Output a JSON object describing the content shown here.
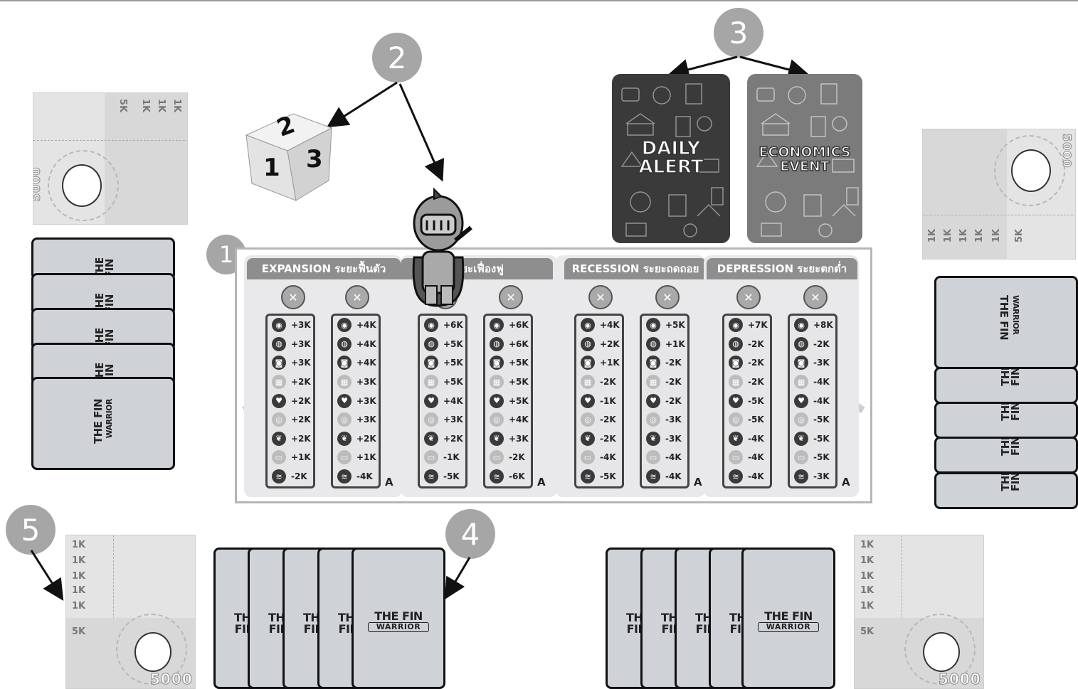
{
  "markers": [
    "1",
    "2",
    "3",
    "4",
    "5"
  ],
  "board": {
    "phases": [
      {
        "title": "EXPANSION ระยะฟื้นตัว",
        "level": "A",
        "columns": [
          [
            "+3K",
            "+3K",
            "+3K",
            "+2K",
            "+2K",
            "+2K",
            "+2K",
            "+1K",
            "-2K"
          ],
          [
            "+4K",
            "+4K",
            "+4K",
            "+3K",
            "+3K",
            "+3K",
            "+2K",
            "+1K",
            "-4K"
          ]
        ]
      },
      {
        "title": "ระยะเฟื่องฟู",
        "level": "A",
        "columns": [
          [
            "+6K",
            "+5K",
            "+5K",
            "+5K",
            "+4K",
            "+3K",
            "+2K",
            "-1K",
            "-5K"
          ],
          [
            "+6K",
            "+6K",
            "+5K",
            "+5K",
            "+5K",
            "+4K",
            "+3K",
            "-2K",
            "-6K"
          ]
        ]
      },
      {
        "title": "RECESSION ระยะถดถอย",
        "level": "A",
        "columns": [
          [
            "+4K",
            "+2K",
            "+1K",
            "-2K",
            "-1K",
            "-2K",
            "-2K",
            "-4K",
            "-5K"
          ],
          [
            "+5K",
            "+1K",
            "-2K",
            "-2K",
            "-2K",
            "-3K",
            "-3K",
            "-4K",
            "-4K"
          ]
        ]
      },
      {
        "title": "DEPRESSION ระยะตกต่ำ",
        "level": "A",
        "columns": [
          [
            "+7K",
            "-2K",
            "-2K",
            "-2K",
            "-5K",
            "-5K",
            "-4K",
            "-4K",
            "-4K"
          ],
          [
            "+8K",
            "-2K",
            "-3K",
            "-4K",
            "-4K",
            "-5K",
            "-5K",
            "-5K",
            "-3K"
          ]
        ]
      }
    ]
  },
  "event_decks": [
    {
      "title_line1": "DAILY",
      "title_line2": "ALERT"
    },
    {
      "title_line1": "ECONOMICS",
      "title_line2": "EVENT"
    }
  ],
  "dice": {
    "top": "2",
    "left": "1",
    "right": "3"
  },
  "card_logo": {
    "line1": "THE FIN",
    "line2": "WARRIOR"
  },
  "money": {
    "small": "1K",
    "large": "5K",
    "big_value": "5000"
  },
  "colors": {
    "marker": "#a6a6a6",
    "card": "#cfd3d7",
    "header": "#8e8e8e",
    "deck_dark": "#3a3a3a",
    "deck_light": "#7b7b7b"
  }
}
